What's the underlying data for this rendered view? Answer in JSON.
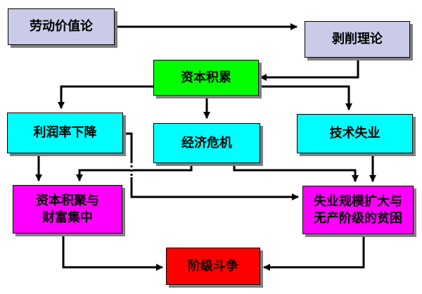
{
  "colors": {
    "labor_theory": "#c9cbe8",
    "exploitation": "#c9cbe8",
    "accumulation": "#00ff00",
    "profit_rate": "#00ffff",
    "crisis": "#00ffff",
    "tech_unemployment": "#00ffff",
    "concentration": "#ff00ff",
    "poverty": "#ff00ff",
    "class_struggle": "#ff0000",
    "arrow": "#000000"
  },
  "nodes": {
    "labor_theory": "劳动价值论",
    "exploitation": "剥削理论",
    "accumulation": "资本积累",
    "profit_rate": "利润率下降",
    "crisis": "经济危机",
    "tech_unemployment": "技术失业",
    "concentration": "资本积聚与\n财富集中",
    "poverty": "失业规模扩大与\n无产阶级的贫困",
    "class_struggle": "阶级斗争"
  },
  "edges": [
    {
      "from": "劳动价值论",
      "to": "剥削理论"
    },
    {
      "from": "剥削理论",
      "to": "资本积累"
    },
    {
      "from": "资本积累",
      "to": "利润率下降"
    },
    {
      "from": "资本积累",
      "to": "经济危机"
    },
    {
      "from": "资本积累",
      "to": "技术失业"
    },
    {
      "from": "利润率下降",
      "to": "资本积聚与财富集中"
    },
    {
      "from": "利润率下降",
      "to": "失业规模扩大与无产阶级的贫困"
    },
    {
      "from": "经济危机",
      "to": "资本积聚与财富集中"
    },
    {
      "from": "经济危机",
      "to": "失业规模扩大与无产阶级的贫困"
    },
    {
      "from": "技术失业",
      "to": "失业规模扩大与无产阶级的贫困"
    },
    {
      "from": "资本积聚与财富集中",
      "to": "阶级斗争"
    },
    {
      "from": "失业规模扩大与无产阶级的贫困",
      "to": "阶级斗争"
    }
  ]
}
